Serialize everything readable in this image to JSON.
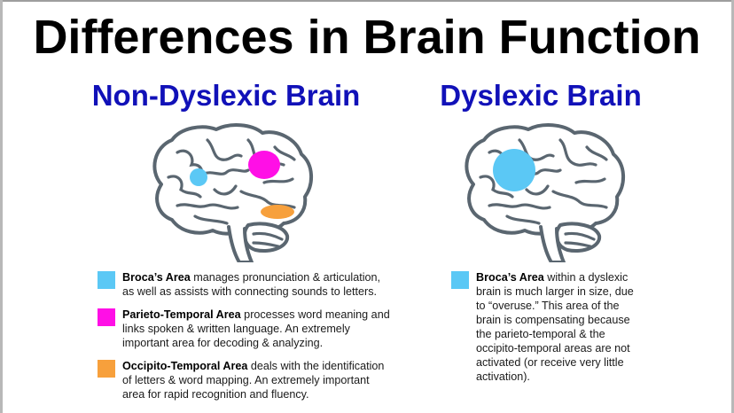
{
  "title": "Differences in Brain Function",
  "left": {
    "heading": "Non-Dyslexic Brain",
    "legend": [
      {
        "term": "Broca’s Area",
        "desc": " manages pronunciation & articulation, as well as assists with connecting sounds to letters.",
        "color": "#5bc8f5"
      },
      {
        "term": "Parieto-Temporal Area",
        "desc": " processes word meaning and links spoken & written language. An extremely important area for decoding & analyzing.",
        "color": "#ff0fe6"
      },
      {
        "term": "Occipito-Temporal Area",
        "desc": " deals with the identification of letters & word mapping. An extremely important area for rapid recognition and fluency.",
        "color": "#f7a03c"
      }
    ]
  },
  "right": {
    "heading": "Dyslexic Brain",
    "legend": [
      {
        "term": "Broca’s Area",
        "desc": " within a dyslexic brain is much larger in size, due to “overuse.” This area of the brain is compensating because the parieto-temporal & the occipito-temporal areas are not activated (or receive very little activation).",
        "color": "#5bc8f5"
      }
    ]
  },
  "colors": {
    "heading": "#1111b8",
    "brain_outline": "#5a6670",
    "brain_fill": "#ffffff"
  }
}
